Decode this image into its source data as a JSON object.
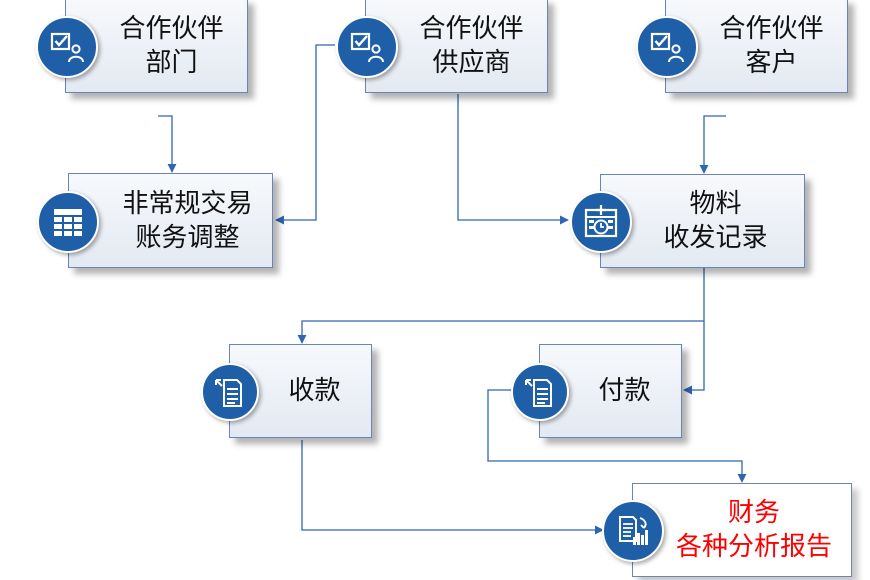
{
  "nodes": {
    "partner_department": {
      "line1": "合作伙伴",
      "line2": "部门"
    },
    "partner_supplier": {
      "line1": "合作伙伴",
      "line2": "供应商"
    },
    "partner_customer": {
      "line1": "合作伙伴",
      "line2": "客户"
    },
    "nonstandard_adjustment": {
      "line1": "非常规交易",
      "line2": "账务调整"
    },
    "material_records": {
      "line1": "物料",
      "line2": "收发记录"
    },
    "receipts": {
      "line1": "收款"
    },
    "payments": {
      "line1": "付款"
    },
    "financial_reports": {
      "line1": "财务",
      "line2": "各种分析报告"
    }
  },
  "icons": {
    "partner": "checklist-person-icon",
    "adjustment": "table-grid-icon",
    "material": "calendar-clock-icon",
    "document": "document-arrow-icon",
    "report": "report-chart-icon"
  },
  "colors": {
    "badge": "#1f5fa8",
    "connector": "#2e66b4",
    "border": "#6a85b3",
    "report_text": "#ff0000"
  }
}
